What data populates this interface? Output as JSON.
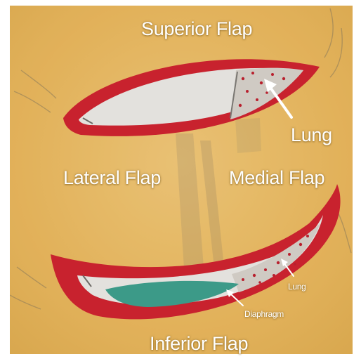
{
  "labels": {
    "superior_flap": "Superior Flap",
    "lung_upper": "Lung",
    "lateral_flap": "Lateral Flap",
    "medial_flap": "Medial Flap",
    "lung_lower": "Lung",
    "diaphragm": "Diaphragm",
    "inferior_flap": "Inferior Flap"
  },
  "colors": {
    "background": "#e9b95a",
    "incision_rim": "#c8222e",
    "wound_interior": "#e3e1dd",
    "lung_dots": "#b8202e",
    "diaphragm": "#3c9a88"
  }
}
